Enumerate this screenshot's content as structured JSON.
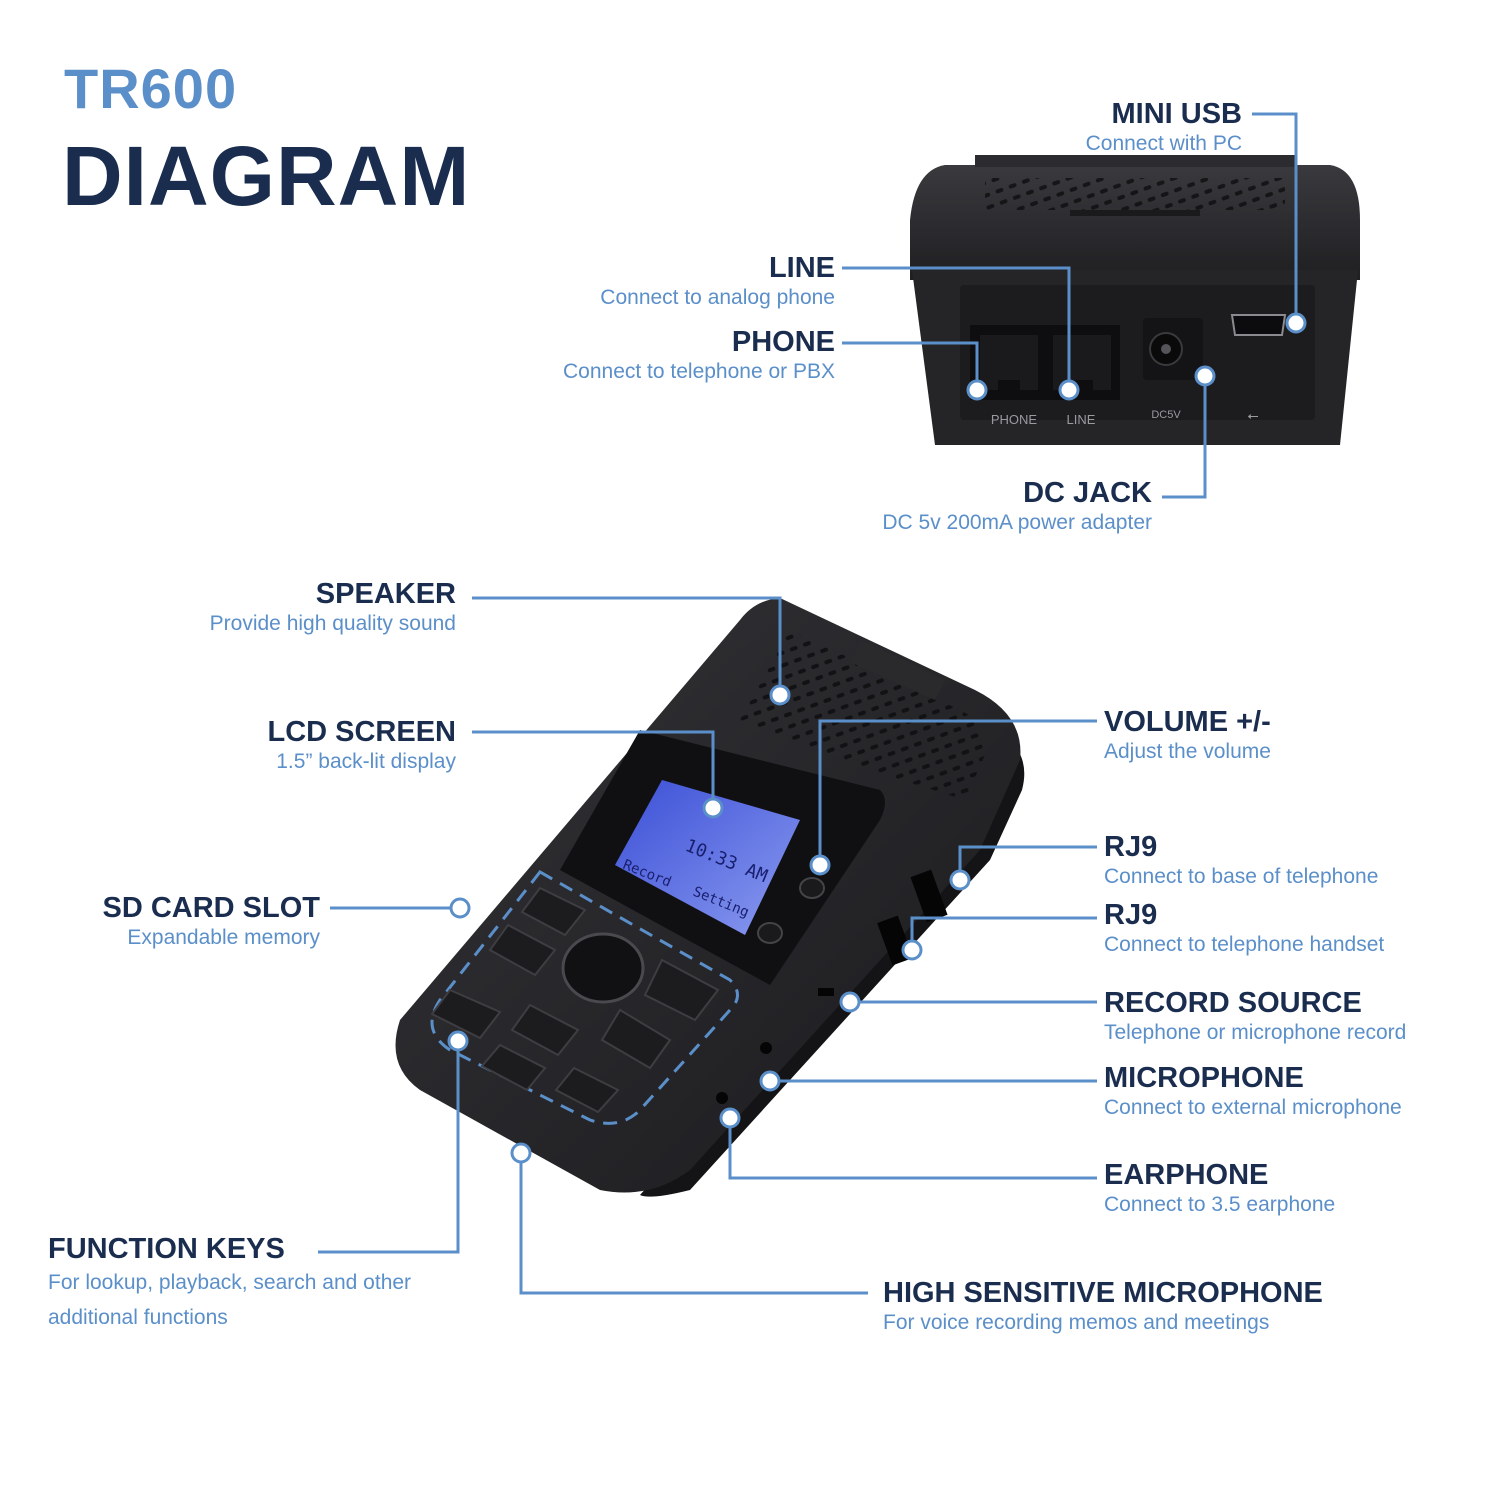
{
  "title": {
    "model": "TR600",
    "heading": "DIAGRAM"
  },
  "device_labels": {
    "phone_port": "PHONE",
    "line_port": "LINE",
    "dc_port": "DC5V",
    "lcd_time": "10:33 AM",
    "lcd_left": "Record",
    "lcd_right": "Setting"
  },
  "callouts": {
    "mini_usb": {
      "name": "MINI USB",
      "desc": "Connect with PC"
    },
    "line": {
      "name": "LINE",
      "desc": "Connect to analog phone"
    },
    "phone": {
      "name": "PHONE",
      "desc": "Connect to telephone or PBX"
    },
    "dc_jack": {
      "name": "DC JACK",
      "desc": "DC 5v 200mA power adapter"
    },
    "speaker": {
      "name": "SPEAKER",
      "desc": "Provide high quality sound"
    },
    "lcd_screen": {
      "name": "LCD SCREEN",
      "desc": "1.5” back-lit display"
    },
    "sd_card_slot": {
      "name": "SD CARD SLOT",
      "desc": "Expandable memory"
    },
    "function_keys": {
      "name": "FUNCTION KEYS",
      "desc1": "For lookup, playback, search and other",
      "desc2": "additional functions"
    },
    "volume": {
      "name": "VOLUME +/-",
      "desc": "Adjust the volume"
    },
    "rj9_base": {
      "name": "RJ9",
      "desc": "Connect to base of telephone"
    },
    "rj9_handset": {
      "name": "RJ9",
      "desc": "Connect to telephone handset"
    },
    "record_source": {
      "name": "RECORD SOURCE",
      "desc": "Telephone or microphone record"
    },
    "microphone": {
      "name": "MICROPHONE",
      "desc": "Connect to external microphone"
    },
    "earphone": {
      "name": "EARPHONE",
      "desc": "Connect to 3.5 earphone"
    },
    "high_mic": {
      "name": "HIGH SENSITIVE MICROPHONE",
      "desc": "For voice recording memos and meetings"
    }
  },
  "colors": {
    "accent": "#5b8fc9",
    "navy": "#1a2d4f",
    "device": "#2b2b2e",
    "lcd": "#5a6fe0"
  }
}
